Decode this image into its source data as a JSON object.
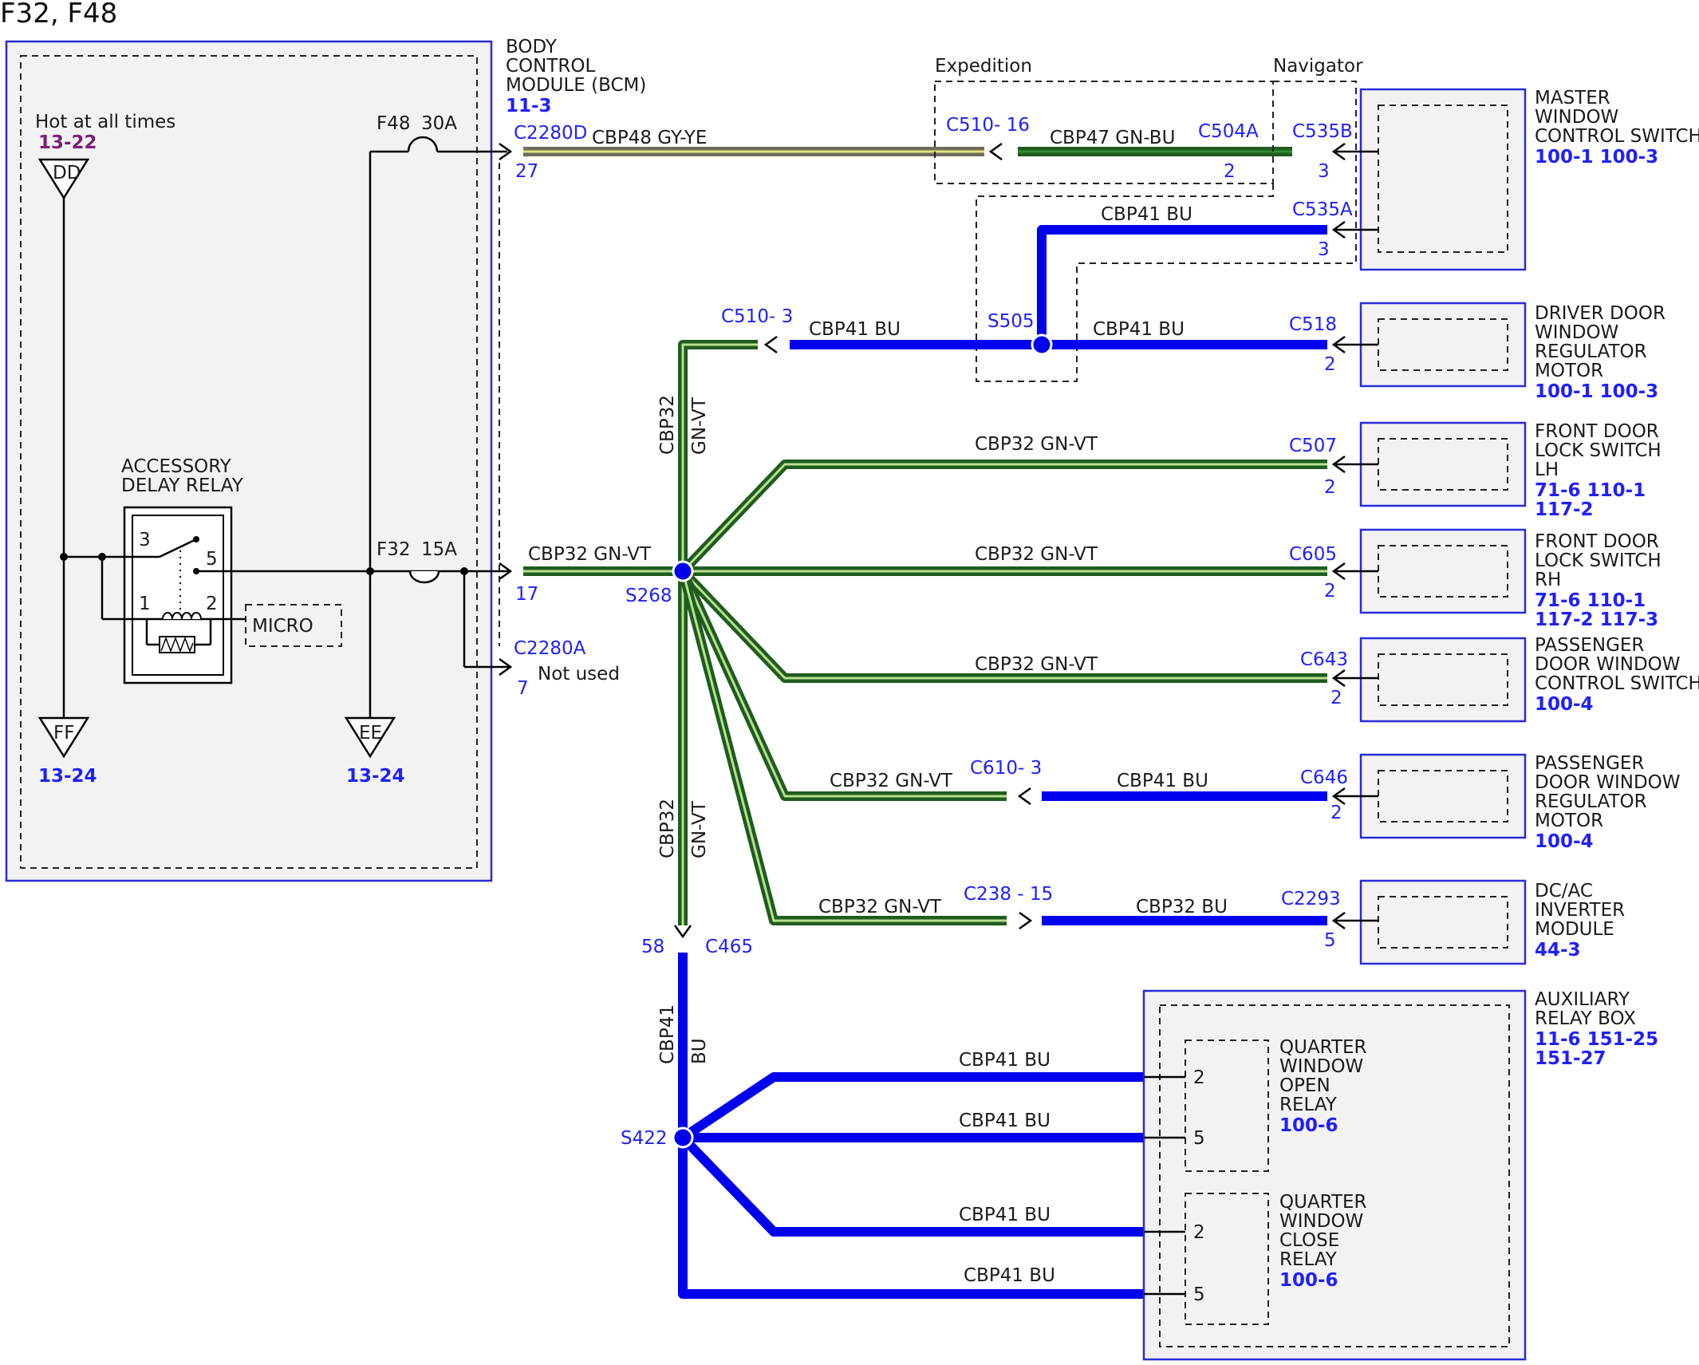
{
  "page_title": "F32, F48",
  "bcm": {
    "name_line1": "BODY",
    "name_line2": "CONTROL",
    "name_line3": "MODULE (BCM)",
    "ref": "11-3",
    "hot_label": "Hot at all times",
    "hot_ref": "13-22",
    "term_dd": "DD",
    "term_ff": "FF",
    "term_ee": "EE",
    "ff_ref": "13-24",
    "ee_ref": "13-24",
    "fuse_f48": "F48",
    "fuse_f48_amps": "30A",
    "fuse_f32": "F32",
    "fuse_f32_amps": "15A",
    "relay_line1": "ACCESSORY",
    "relay_line2": "DELAY RELAY",
    "relay_pin3": "3",
    "relay_pin5": "5",
    "relay_pin1": "1",
    "relay_pin2": "2",
    "micro": "MICRO"
  },
  "connectors": {
    "c2280d": "C2280D",
    "c2280d_pin": "27",
    "c2280d_pin17": "17",
    "c2280a": "C2280A",
    "c2280a_pin": "7",
    "not_used": "Not used",
    "c510_16": "C510- 16",
    "c504a": "C504A",
    "c504a_pin": "2",
    "c535b": "C535B",
    "c535b_pin": "3",
    "c535a": "C535A",
    "c535a_pin": "3",
    "c510_3": "C510- 3",
    "s505": "S505",
    "c518": "C518",
    "c518_pin": "2",
    "c507": "C507",
    "c507_pin": "2",
    "s268": "S268",
    "c605": "C605",
    "c605_pin": "2",
    "c643": "C643",
    "c643_pin": "2",
    "c610_3": "C610- 3",
    "c646": "C646",
    "c646_pin": "2",
    "c238_15": "C238 - 15",
    "c2293": "C2293",
    "c2293_pin": "5",
    "c465_pin": "58",
    "c465": "C465",
    "s422": "S422"
  },
  "regions": {
    "expedition": "Expedition",
    "navigator": "Navigator"
  },
  "wires": {
    "cbp48_gyye": "CBP48   GY-YE",
    "cbp47_gnbu": "CBP47   GN-BU",
    "cbp41_bu": "CBP41   BU",
    "cbp32_gnvt": "CBP32  GN-VT",
    "cbp32": "CBP32",
    "gnvt": "GN-VT",
    "cbp41": "CBP41",
    "bu": "BU",
    "cbp32_bu": "CBP32   BU"
  },
  "components": {
    "master_switch": [
      "MASTER",
      "WINDOW",
      "CONTROL SWITCH"
    ],
    "master_ref": "100-1 100-3",
    "driver_motor": [
      "DRIVER DOOR",
      "WINDOW",
      "REGULATOR",
      "MOTOR"
    ],
    "driver_ref": "100-1 100-3",
    "lock_lh": [
      "FRONT DOOR",
      "LOCK SWITCH",
      "LH"
    ],
    "lock_lh_ref1": "71-6  110-1",
    "lock_lh_ref2": "117-2",
    "lock_rh": [
      "FRONT DOOR",
      "LOCK SWITCH",
      "RH"
    ],
    "lock_rh_ref1": "71-6  110-1",
    "lock_rh_ref2": "117-2 117-3",
    "pass_switch": [
      "PASSENGER",
      "DOOR WINDOW",
      "CONTROL SWITCH"
    ],
    "pass_switch_ref": "100-4",
    "pass_motor": [
      "PASSENGER",
      "DOOR WINDOW",
      "REGULATOR",
      "MOTOR"
    ],
    "pass_motor_ref": "100-4",
    "inverter": [
      "DC/AC",
      "INVERTER",
      "MODULE"
    ],
    "inverter_ref": "44-3",
    "aux_box": [
      "AUXILIARY",
      "RELAY BOX"
    ],
    "aux_ref1": "11-6  151-25",
    "aux_ref2": "151-27",
    "qw_open": [
      "QUARTER",
      "WINDOW",
      "OPEN",
      "RELAY"
    ],
    "qw_open_ref": "100-6",
    "qw_close": [
      "QUARTER",
      "WINDOW",
      "CLOSE",
      "RELAY"
    ],
    "qw_close_ref": "100-6",
    "aux_pin_2a": "2",
    "aux_pin_5a": "5",
    "aux_pin_2b": "2",
    "aux_pin_5b": "5"
  }
}
